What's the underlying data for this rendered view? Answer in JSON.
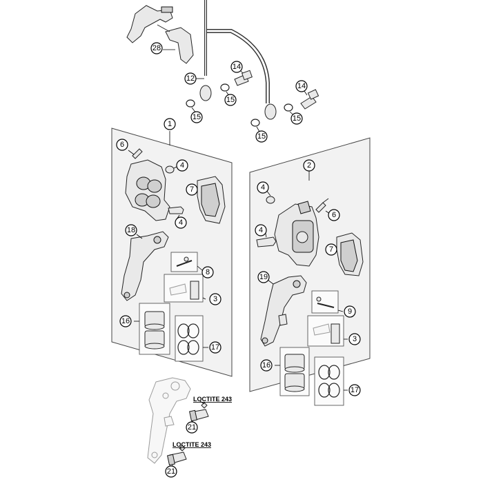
{
  "diagram": {
    "callouts": {
      "c28": "28",
      "c12": "12",
      "c14a": "14",
      "c15a": "15",
      "c15b": "15",
      "c14b": "14",
      "c15c": "15",
      "c15d": "15",
      "c1": "1",
      "c6a": "6",
      "c4a": "4",
      "c7a": "7",
      "c4b": "4",
      "c18": "18",
      "c8": "8",
      "c3a": "3",
      "c16a": "16",
      "c17a": "17",
      "c2": "2",
      "c6b": "6",
      "c4c": "4",
      "c7b": "7",
      "c19": "19",
      "c9": "9",
      "c3b": "3",
      "c16b": "16",
      "c17b": "17",
      "c21a": "21",
      "c21b": "21"
    },
    "notes": {
      "loctite_upper": "LOCTITE 243",
      "loctite_lower": "LOCTITE 243"
    }
  }
}
